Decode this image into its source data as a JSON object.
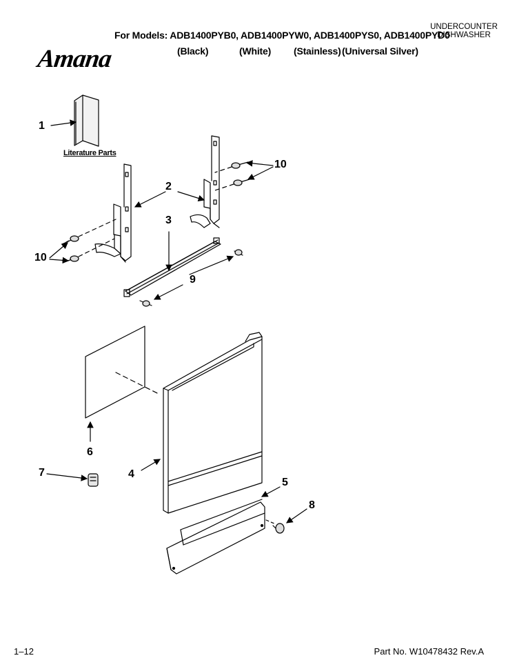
{
  "header": {
    "models_line": "For Models: ADB1400PYB0, ADB1400PYW0, ADB1400PYS0, ADB1400PYD0",
    "variants": [
      "(Black)",
      "(White)",
      "(Stainless)",
      "(Universal Silver)"
    ],
    "category_line1": "UNDERCOUNTER",
    "category_line2": "DISHWASHER",
    "brand": "Amana"
  },
  "diagram": {
    "literature_label": "Literature Parts",
    "callouts": {
      "c1": "1",
      "c2": "2",
      "c3": "3",
      "c4": "4",
      "c5": "5",
      "c6": "6",
      "c7": "7",
      "c8": "8",
      "c9": "9",
      "c10a": "10",
      "c10b": "10"
    }
  },
  "footer": {
    "page": "1–12",
    "part_no": "Part No. W10478432 Rev.A"
  }
}
